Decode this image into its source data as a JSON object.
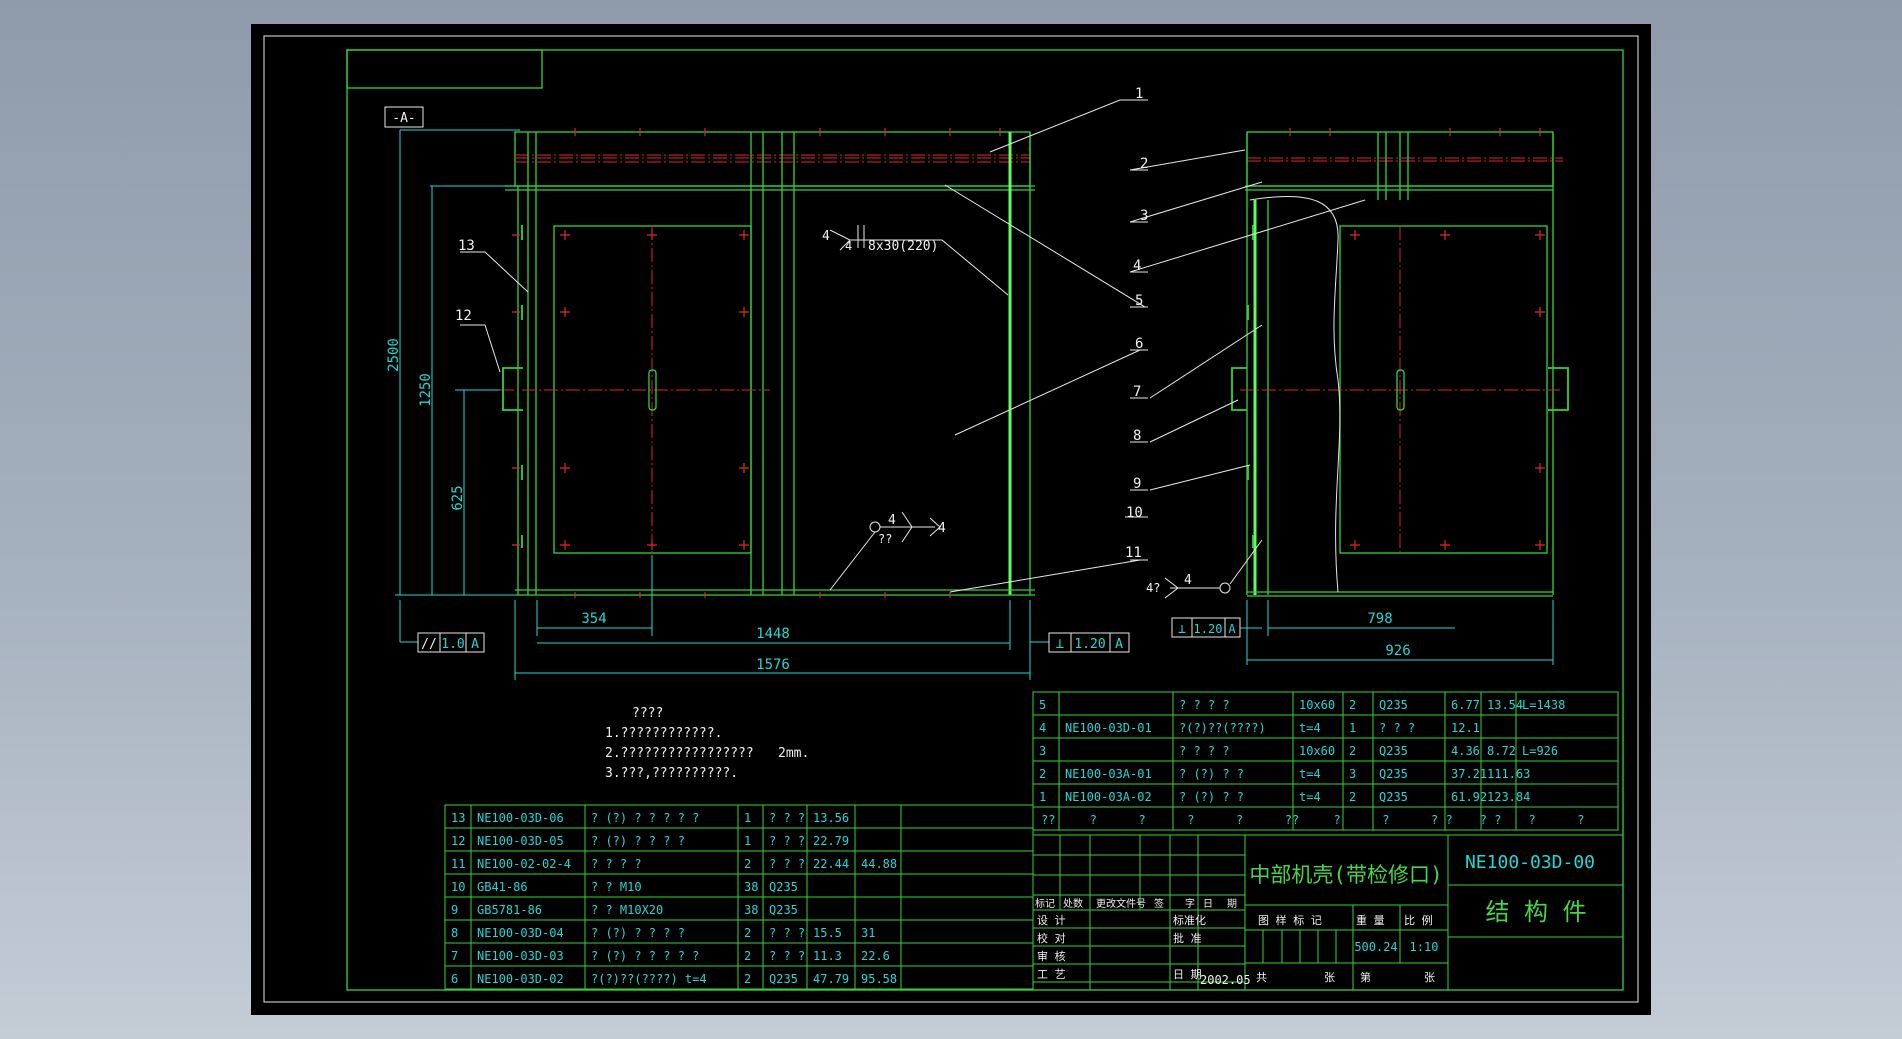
{
  "drawing": {
    "datum": "-A-",
    "dimensions": {
      "front_total_height": "2500",
      "front_height_1250": "1250",
      "front_height_625": "625",
      "front_width_354": "354",
      "front_width_1448": "1448",
      "front_width_1576": "1576",
      "side_width_798": "798",
      "side_width_926": "926"
    },
    "tolerances": {
      "parallel": {
        "symbol": "//",
        "value": "1.0",
        "datum": "A"
      },
      "perp_front": {
        "symbol": "⊥",
        "value": "1.20",
        "datum": "A"
      },
      "perp_side": {
        "symbol": "⊥",
        "value": "1.20",
        "datum": "A"
      }
    },
    "welds": {
      "top_a": "4",
      "top_b": "4",
      "top_spec": "8x30(220)",
      "bottom_a": "4",
      "bottom_b": "4",
      "bottom_mark": "??",
      "side_a": "4?",
      "side_b": "4"
    },
    "callouts": [
      "1",
      "2",
      "3",
      "4",
      "5",
      "6",
      "7",
      "8",
      "9",
      "10",
      "11",
      "12",
      "13"
    ],
    "notes": {
      "title": "????",
      "line1": "1.????????????.",
      "line2": "2.?????????????????",
      "line2_value": "2mm.",
      "line3": "3.???,??????????."
    }
  },
  "bom_upper": [
    [
      "5",
      "",
      "? ? ? ?",
      "10x60",
      "2",
      "Q235",
      "6.77",
      "13.54",
      "L=1438"
    ],
    [
      "4",
      "NE100-03D-01",
      "?(?)??(????)",
      "t=4",
      "1",
      "? ? ?",
      "12.1",
      "",
      ""
    ],
    [
      "3",
      "",
      "? ? ? ?",
      "10x60",
      "2",
      "Q235",
      "4.36",
      "8.72",
      "L=926"
    ],
    [
      "2",
      "NE100-03A-01",
      "? (?) ? ?",
      "t=4",
      "3",
      "Q235",
      "37.21",
      "111.63",
      ""
    ],
    [
      "1",
      "NE100-03A-02",
      "? (?) ? ?",
      "t=4",
      "2",
      "Q235",
      "61.92",
      "123.84",
      ""
    ]
  ],
  "bom_upper_header": [
    "??",
    "?",
    "?",
    "?",
    "?",
    "??",
    "?",
    "?",
    "? ?",
    "? ?",
    "?",
    "?"
  ],
  "bom_lower": [
    [
      "13",
      "NE100-03D-06",
      "? (?) ? ? ? ? ?",
      "1",
      "? ? ?",
      "13.56",
      ""
    ],
    [
      "12",
      "NE100-03D-05",
      "? (?) ? ? ? ?",
      "1",
      "? ? ?",
      "22.79",
      ""
    ],
    [
      "11",
      "NE100-02-02-4",
      "? ? ? ?",
      "2",
      "? ? ?",
      "22.44",
      "44.88"
    ],
    [
      "10",
      "GB41-86",
      "? ?    M10",
      "38",
      "Q235",
      "",
      ""
    ],
    [
      "9",
      "GB5781-86",
      "? ?    M10X20",
      "38",
      "Q235",
      "",
      ""
    ],
    [
      "8",
      "NE100-03D-04",
      "? (?) ? ? ? ?",
      "2",
      "? ? ?",
      "15.5",
      "31"
    ],
    [
      "7",
      "NE100-03D-03",
      "? (?) ? ? ? ? ?",
      "2",
      "? ? ?",
      "11.3",
      "22.6"
    ],
    [
      "6",
      "NE100-03D-02",
      "?(?)??(????)    t=4",
      "2",
      "Q235",
      "47.79",
      "95.58"
    ]
  ],
  "title_block": {
    "rev_labels": [
      "标记",
      "处数",
      "更改文件号",
      "签",
      "字",
      "日",
      "期"
    ],
    "design": "设 计",
    "standard": "标准化",
    "check": "校 对",
    "approve": "批 准",
    "review": "审 核",
    "process": "工 艺",
    "date_label": "日 期",
    "date": "2002.05",
    "part_name": "中部机壳(带检修口)",
    "drawing_no": "NE100-03D-00",
    "category": "结 构 件",
    "stage_label": "图 样 标 记",
    "weight_label": "重 量",
    "scale_label": "比 例",
    "weight": "500.24",
    "scale": "1:10",
    "total_label": "共",
    "sheet_unit": "张",
    "sheet_label": "第",
    "sheet_unit2": "张"
  }
}
